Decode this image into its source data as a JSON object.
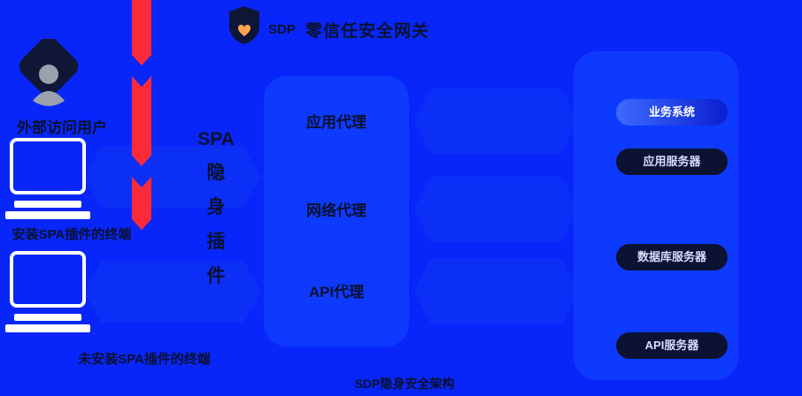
{
  "meta": {
    "caption": "SDP隐身安全架构"
  },
  "colors": {
    "background": "#0826fa",
    "panel": "#0e3aff",
    "flow_shape": "#0d31f6",
    "red_arrow": "#fa2a38",
    "dark_text": "#0a112c",
    "pill_dark": "#0b1232",
    "pill_gradient_start": "#3d6bff",
    "pill_gradient_end": "#0a1ed0",
    "white": "#ffffff",
    "heart_orange": "#ffa64d"
  },
  "header": {
    "logo_icon": "shield-heart-icon",
    "brand": "SDP",
    "title": "零信任安全网关"
  },
  "left": {
    "user_icon": "user-icon",
    "user_label": "外部访问用户",
    "terminals": [
      {
        "icon": "monitor-keyboard-icon",
        "label": "安装SPA插件的终端"
      },
      {
        "icon": "monitor-keyboard-icon",
        "label": "未安装SPA插件的终端"
      }
    ]
  },
  "spa_plugin": {
    "line1": "SPA",
    "chars": [
      "隐",
      "身",
      "插",
      "件"
    ]
  },
  "gateway": {
    "proxies": [
      {
        "label": "应用代理"
      },
      {
        "label": "网络代理"
      },
      {
        "label": "API代理"
      }
    ]
  },
  "resources": {
    "items": [
      {
        "label": "业务系统",
        "style": "highlight"
      },
      {
        "label": "应用服务器",
        "style": "dark"
      },
      {
        "label": "数据库服务器",
        "style": "dark"
      },
      {
        "label": "API服务器",
        "style": "dark"
      }
    ]
  }
}
